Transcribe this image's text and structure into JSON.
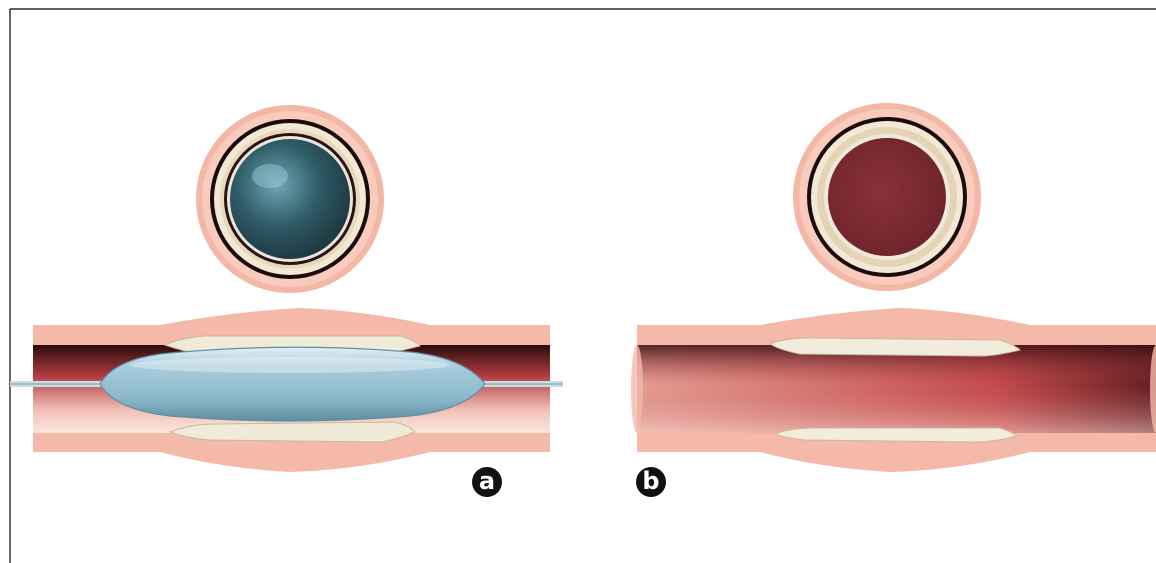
{
  "panels": [
    {
      "id": "a",
      "label": "a",
      "description_visible": false
    },
    {
      "id": "b",
      "label": "b",
      "description_visible": false
    }
  ],
  "colors": {
    "vessel_wall": "#f4b8a8",
    "vessel_wall_edge": "#e89c8a",
    "lumen_dark": "#2a0d0d",
    "lumen_red": "#c9464a",
    "lumen_light": "#f6d2c9",
    "plaque": "#f1ebd9",
    "balloon": "#9fc4d6",
    "balloon_dark": "#2d5a66",
    "lumen_open": "#7a2d34",
    "label_bg": "#111111",
    "frame": "#000000"
  }
}
